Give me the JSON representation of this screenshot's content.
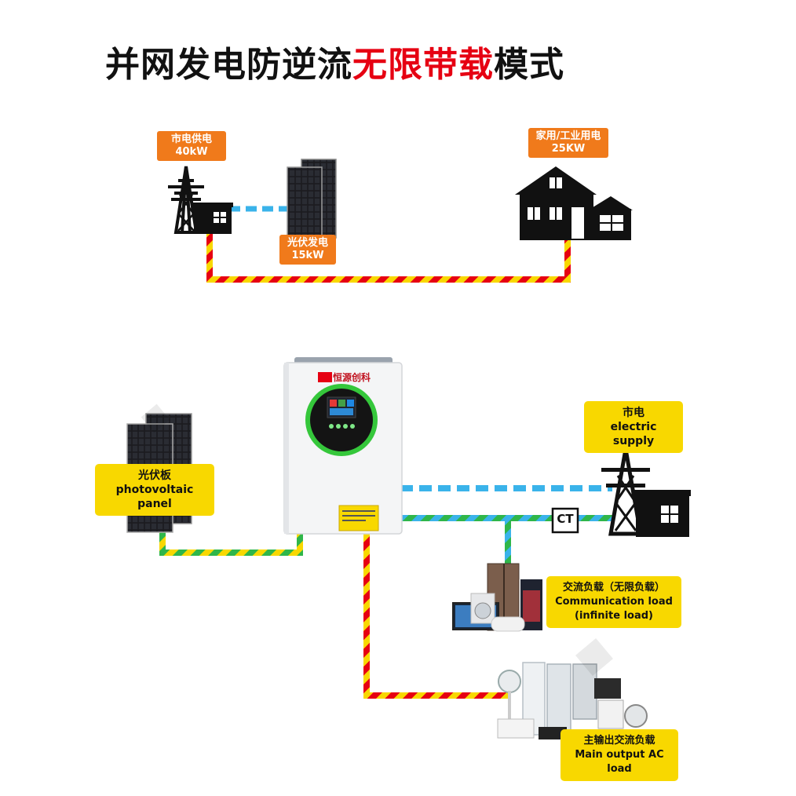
{
  "title": {
    "part1": "并网发电防逆流",
    "part2": "无限带载",
    "part3": "模式"
  },
  "top": {
    "grid_label": [
      "市电供电",
      "40kW"
    ],
    "pv_label": [
      "光伏发电",
      "15kW"
    ],
    "home_label": [
      "家用/工业用电",
      "25KW"
    ]
  },
  "bottom": {
    "pv_label": [
      "光伏板",
      "photovoltaic panel"
    ],
    "grid_label": [
      "市电",
      "electric supply"
    ],
    "ct_label": "CT",
    "ac_load_label": [
      "交流负载（无限负载）",
      "Communication load",
      "(infinite load)"
    ],
    "main_load_label": [
      "主输出交流负载",
      "Main output AC load"
    ],
    "brand_name": "恒源创科"
  },
  "colors": {
    "title_red": "#e60012",
    "orange_label": "#f07a1b",
    "yellow_label": "#f8d800",
    "wire_red": "#e60012",
    "wire_yellow": "#f8d800",
    "wire_green": "#2fb64a",
    "wire_blue": "#3ab3ea",
    "inverter_ring": "#35c73b"
  },
  "icons": [
    "transmission-tower-icon",
    "solar-panel-icon",
    "house-icon",
    "inverter-icon",
    "appliances-icon"
  ]
}
